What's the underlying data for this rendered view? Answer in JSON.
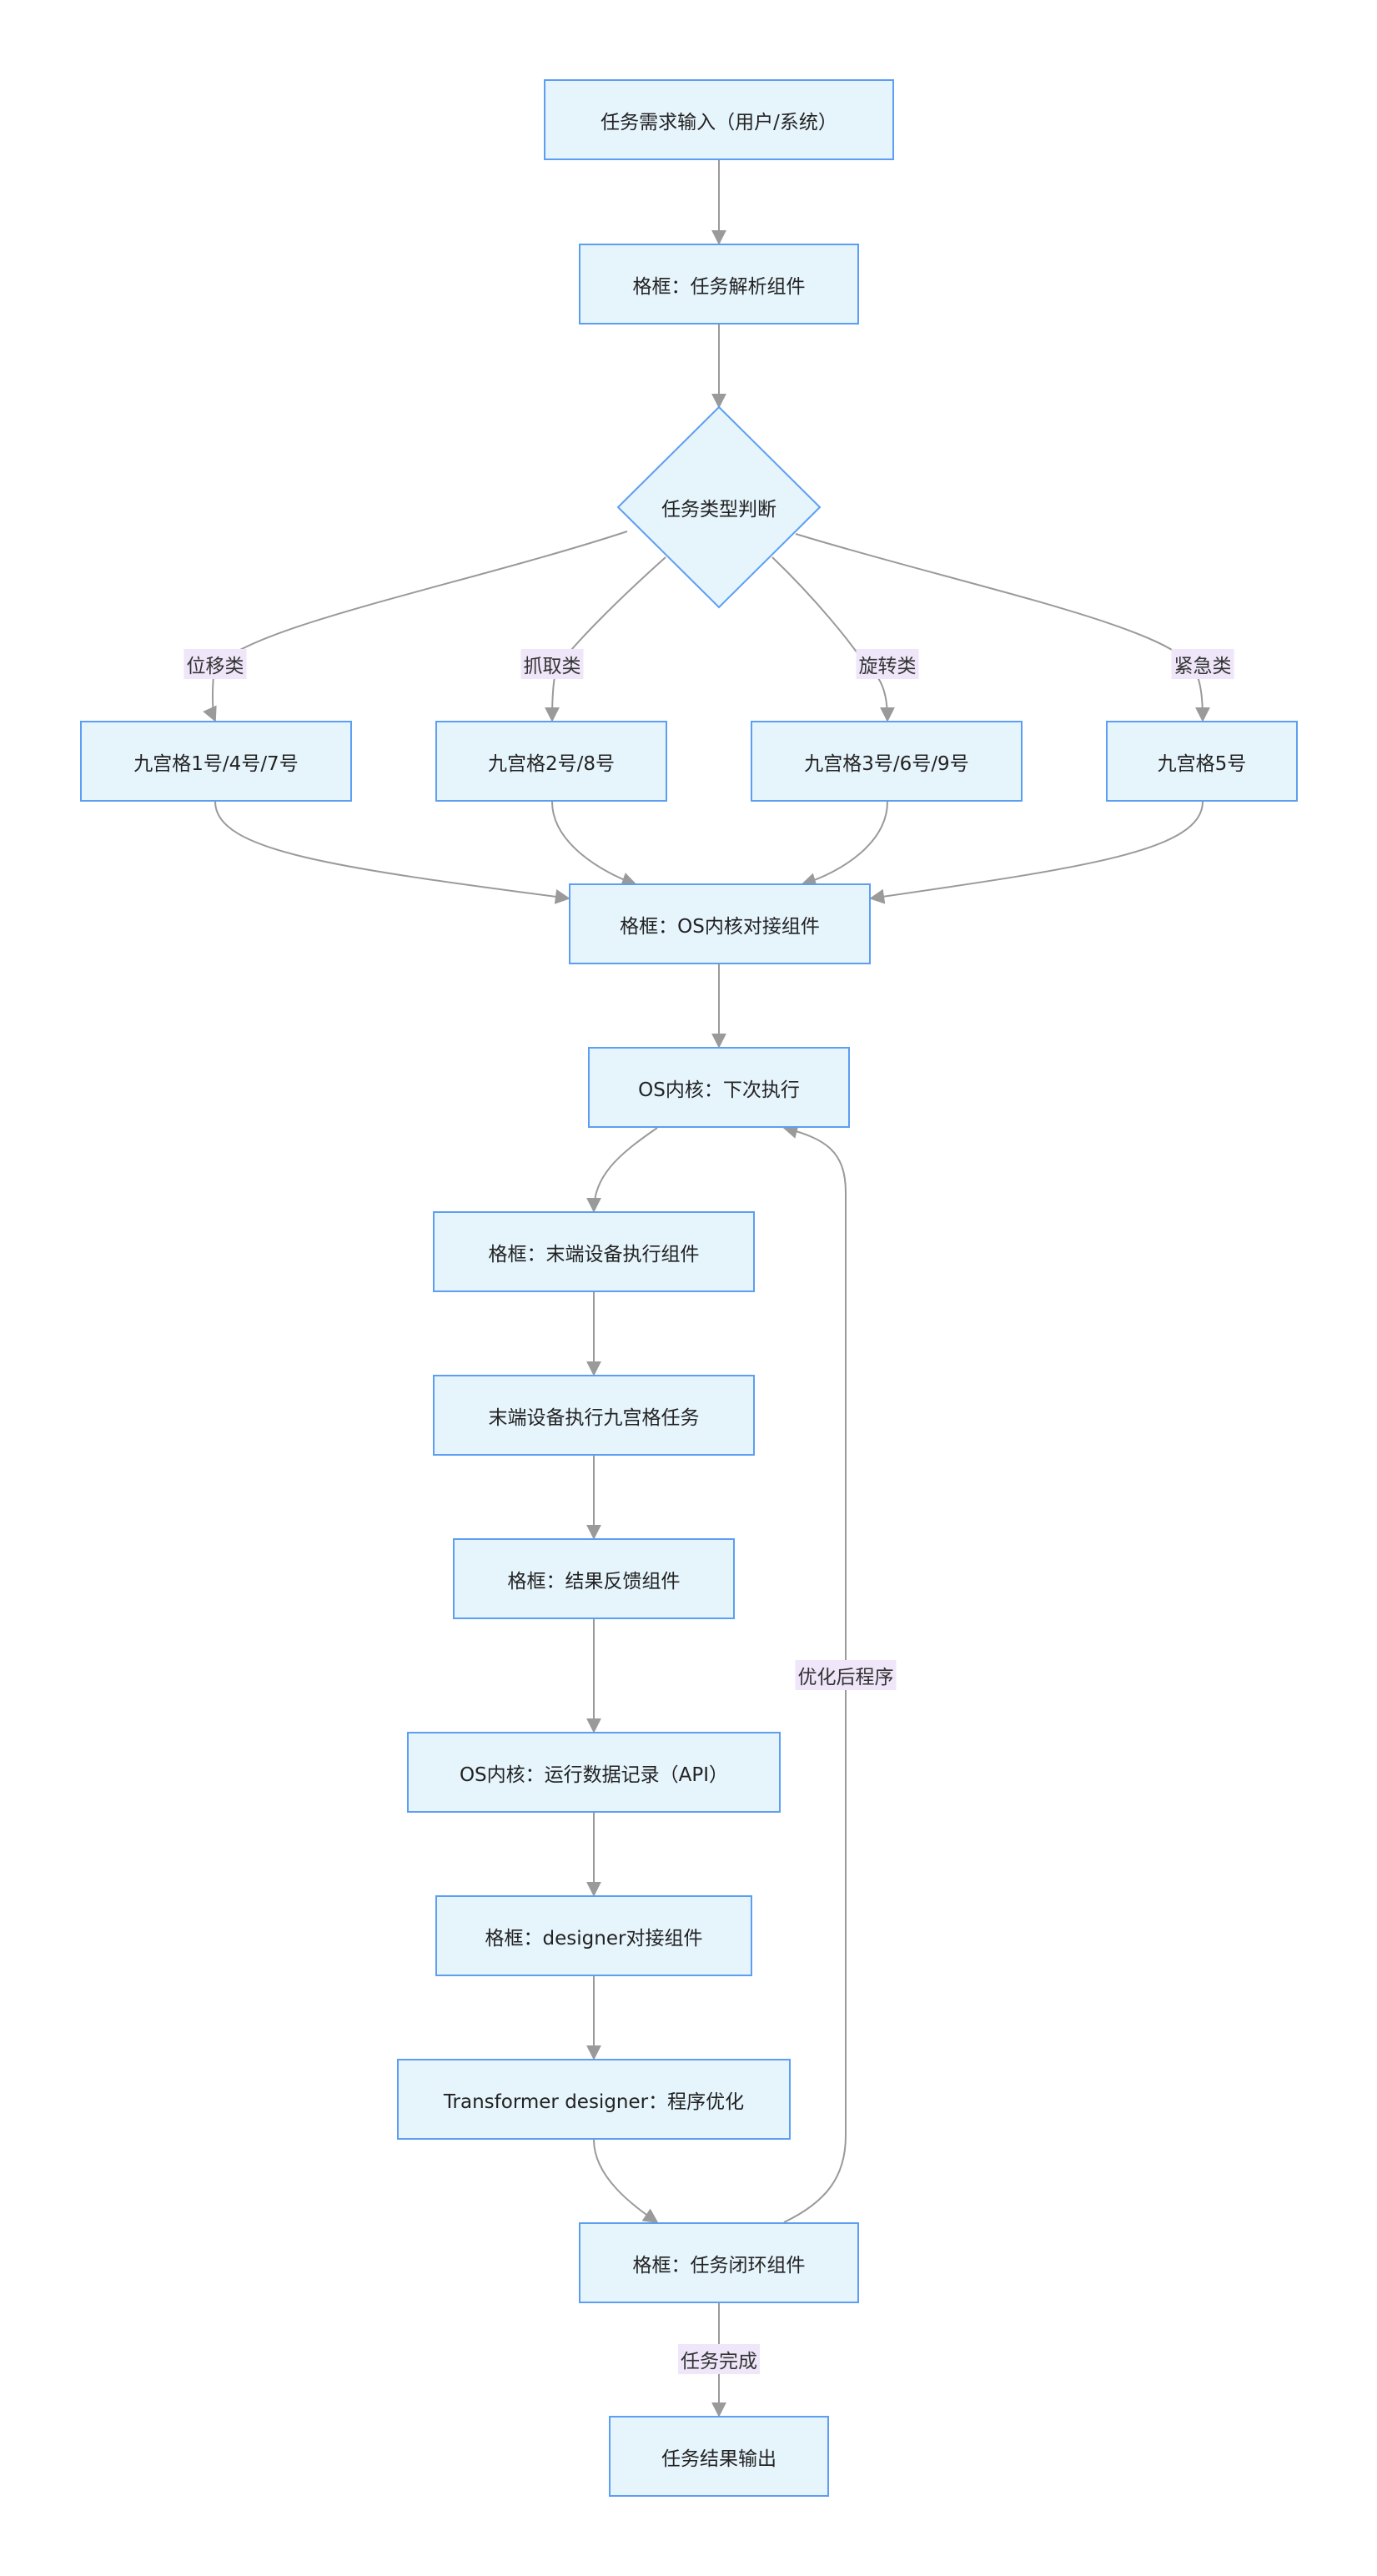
{
  "nodes": {
    "input": "任务需求输入（用户/系统）",
    "parse": "格框：任务解析组件",
    "decision": "任务类型判断",
    "grid147": "九宫格1号/4号/7号",
    "grid28": "九宫格2号/8号",
    "grid369": "九宫格3号/6号/9号",
    "grid5": "九宫格5号",
    "os_connect": "格框：OS内核对接组件",
    "os_next": "OS内核：下次执行",
    "device_component": "格框：末端设备执行组件",
    "device_exec": "末端设备执行九宫格任务",
    "feedback": "格框：结果反馈组件",
    "os_record": "OS内核：运行数据记录（API）",
    "designer_connect": "格框：designer对接组件",
    "transformer": "Transformer designer：程序优化",
    "loop": "格框：任务闭环组件",
    "output": "任务结果输出"
  },
  "edge_labels": {
    "displacement": "位移类",
    "grab": "抓取类",
    "rotate": "旋转类",
    "urgent": "紧急类",
    "optimized": "优化后程序",
    "done": "任务完成"
  },
  "colors": {
    "node_fill": "#e6f4fc",
    "node_border": "#5c9ef2",
    "edge": "#9a9a9a",
    "label_bg": "#efe6f9"
  }
}
